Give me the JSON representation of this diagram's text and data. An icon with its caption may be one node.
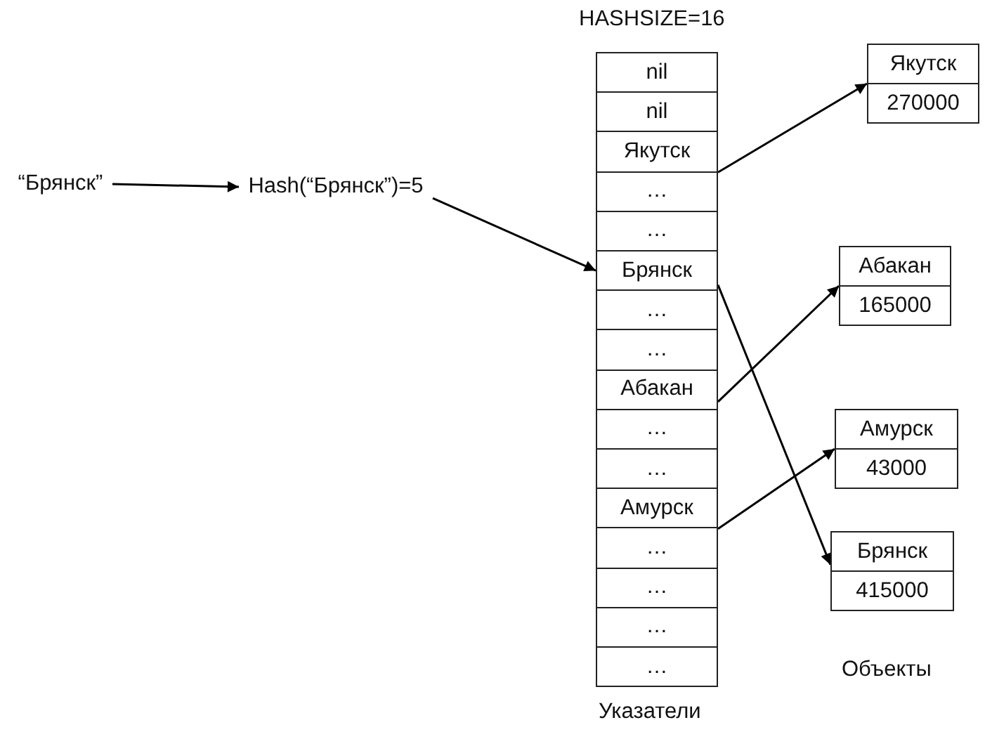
{
  "diagram": {
    "nodes": [
      {
        "text": [
          "“Брянск”"
        ]
      },
      {
        "text": [
          "Hash(“Брянск”)=5"
        ]
      },
      {
        "text": [
          "nil"
        ]
      },
      {
        "text": [
          "nil"
        ]
      },
      {
        "text": [
          "Якутск"
        ]
      },
      {
        "text": [
          "…"
        ]
      },
      {
        "text": [
          "…"
        ]
      },
      {
        "text": [
          "Брянск"
        ]
      },
      {
        "text": [
          "…"
        ]
      },
      {
        "text": [
          "…"
        ]
      },
      {
        "text": [
          "Абакан"
        ]
      },
      {
        "text": [
          "…"
        ]
      },
      {
        "text": [
          "…"
        ]
      },
      {
        "text": [
          "Амурск"
        ]
      },
      {
        "text": [
          "…"
        ]
      },
      {
        "text": [
          "…"
        ]
      },
      {
        "text": [
          "…"
        ]
      },
      {
        "text": [
          "…"
        ]
      },
      {
        "text": [
          "Якутск",
          "270000"
        ]
      },
      {
        "text": [
          "Абакан",
          "165000"
        ]
      },
      {
        "text": [
          "Амурск",
          "43000"
        ]
      },
      {
        "text": [
          "Брянск",
          "415000"
        ]
      }
    ],
    "edges": [
      {
        "from": 0,
        "to": 1,
        "arrow": "to"
      },
      {
        "from": 1,
        "to": 7,
        "arrow": "to"
      },
      {
        "from": 4,
        "to": 18,
        "arrow": "to"
      },
      {
        "from": 7,
        "to": 21,
        "arrow": "to"
      },
      {
        "from": 10,
        "to": 19,
        "arrow": "to"
      },
      {
        "from": 13,
        "to": 20,
        "arrow": "to"
      }
    ],
    "labels": [
      "HASHSIZE=16",
      "Объекты",
      "Указатели"
    ]
  }
}
